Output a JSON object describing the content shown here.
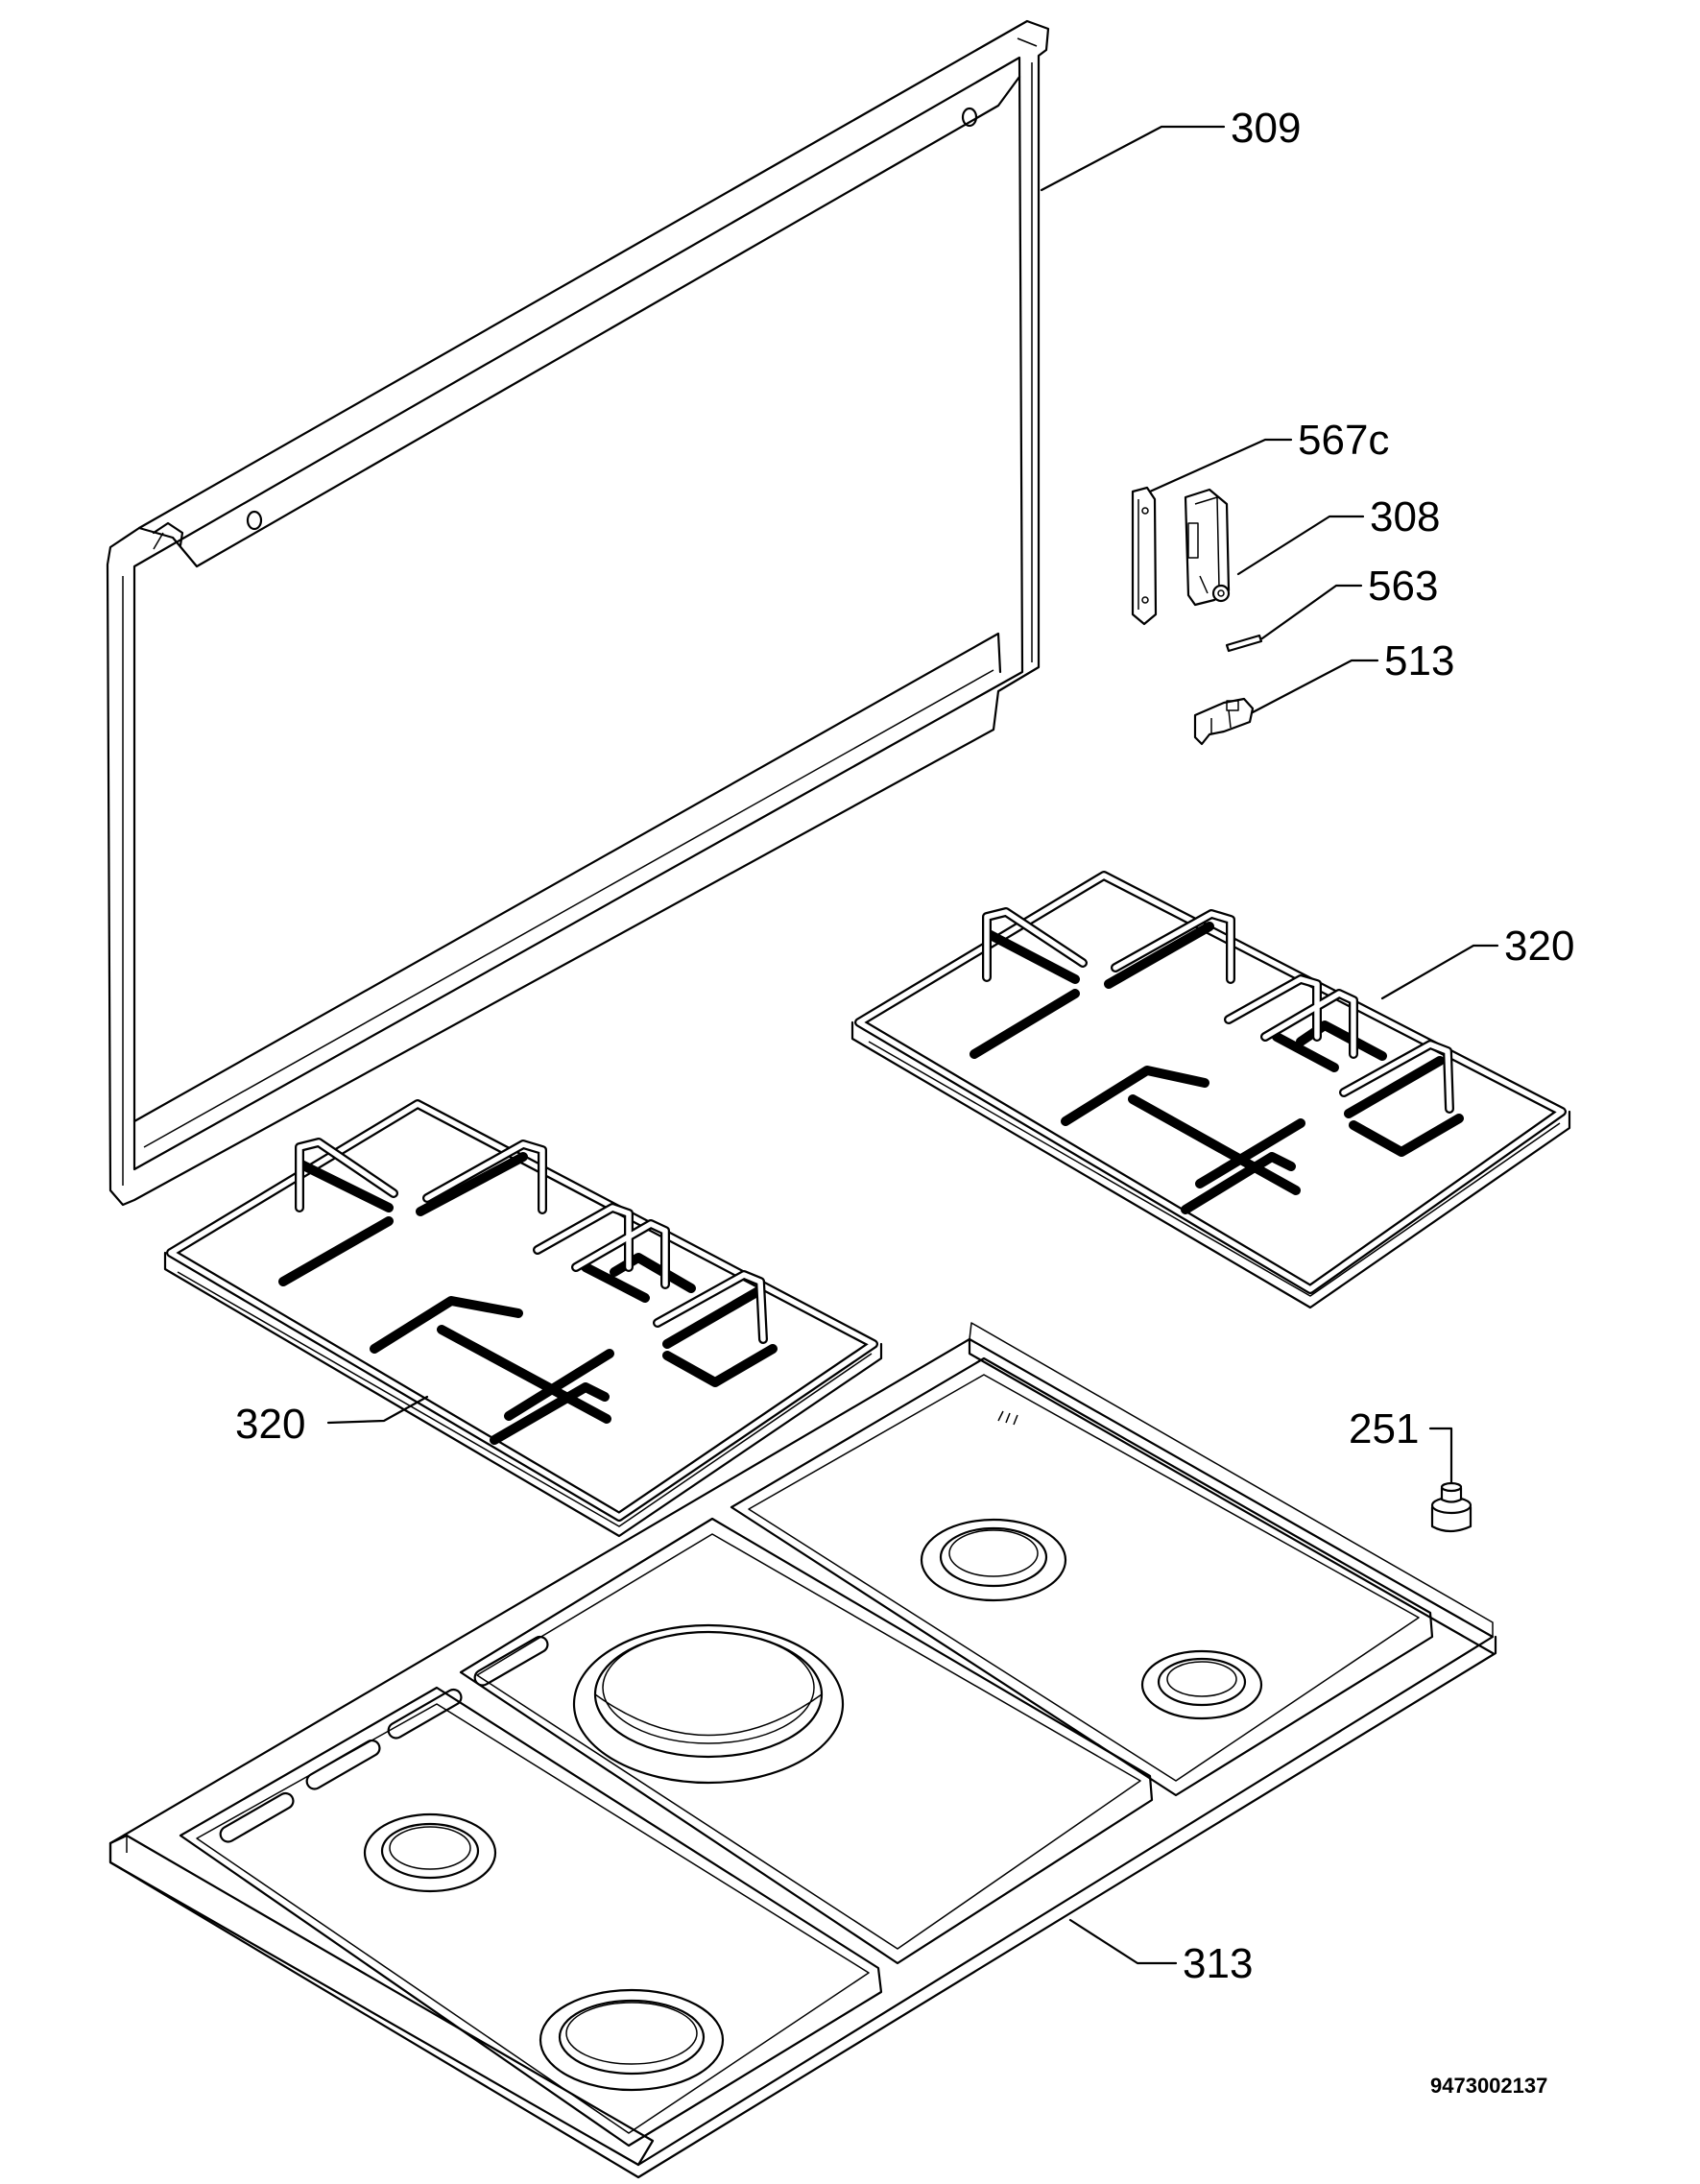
{
  "diagram": {
    "drawing_number": "9473002137",
    "callouts": {
      "lid": "309",
      "hinge_plate": "567c",
      "hinge": "308",
      "pin": "563",
      "hinge_bracket": "513",
      "grid_right": "320",
      "grid_left": "320",
      "knob": "251",
      "hob": "313"
    }
  }
}
